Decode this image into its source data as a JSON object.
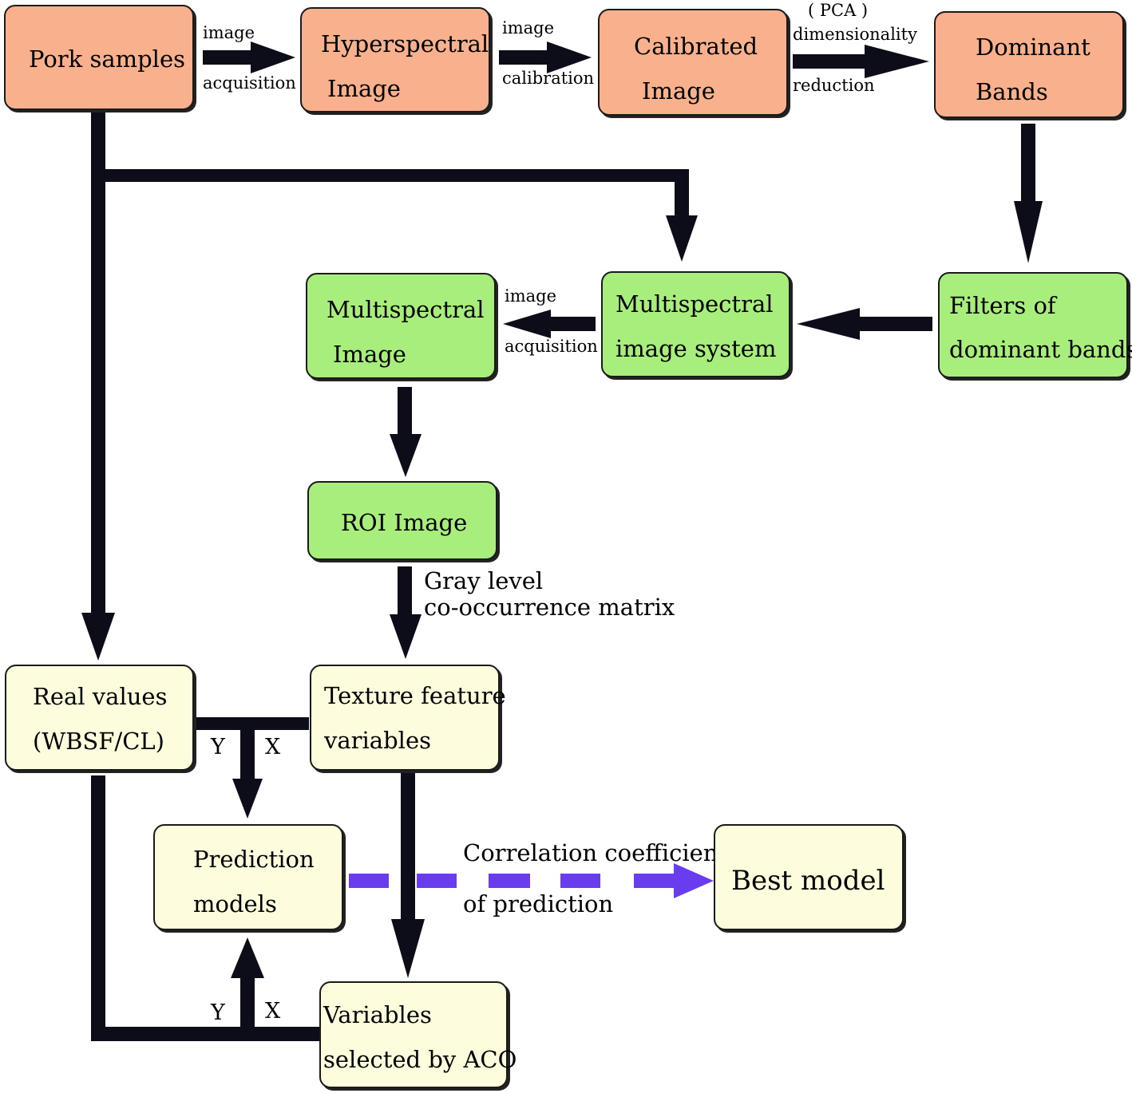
{
  "nodes": {
    "pork_samples": {
      "label": "Pork samples"
    },
    "hyperspectral_image": {
      "line1": "Hyperspectral",
      "line2": "Image"
    },
    "calibrated_image": {
      "line1": "Calibrated",
      "line2": "Image"
    },
    "dominant_bands": {
      "line1": "Dominant",
      "line2": "Bands"
    },
    "filters_dominant_bands": {
      "line1": "Filters of",
      "line2": "dominant bands"
    },
    "multispectral_system": {
      "line1": "Multispectral",
      "line2": "image system"
    },
    "multispectral_image": {
      "line1": "Multispectral",
      "line2": "Image"
    },
    "roi_image": {
      "label": "ROI  Image"
    },
    "texture_features": {
      "line1": "Texture feature",
      "line2": "variables"
    },
    "real_values": {
      "line1": "Real values",
      "line2": "(WBSF/CL)"
    },
    "prediction_models": {
      "line1": "Prediction",
      "line2": "models"
    },
    "best_model": {
      "label": "Best model"
    },
    "variables_aco": {
      "line1": "Variables",
      "line2": "selected by ACO"
    }
  },
  "edge_labels": {
    "acq1_top": "image",
    "acq1_bottom": "acquisition",
    "cal_top": "image",
    "cal_bottom": "calibration",
    "pca": "( PCA )",
    "dim": "dimensionality",
    "reduction": "reduction",
    "acq2_top": "image",
    "acq2_bottom": "acquisition",
    "glcm1": "Gray level",
    "glcm2": "co-occurrence matrix",
    "y1": "Y",
    "x1": "X",
    "y2": "Y",
    "x2": "X",
    "corr1": "Correlation coefficient",
    "corr2": "of prediction"
  },
  "colors": {
    "orange_box": "#f8b08d",
    "green_box": "#a7ee7c",
    "cream_box": "#fdfddd",
    "arrow": "#0d0d1a",
    "dashed_arrow": "#6a3cf0"
  }
}
